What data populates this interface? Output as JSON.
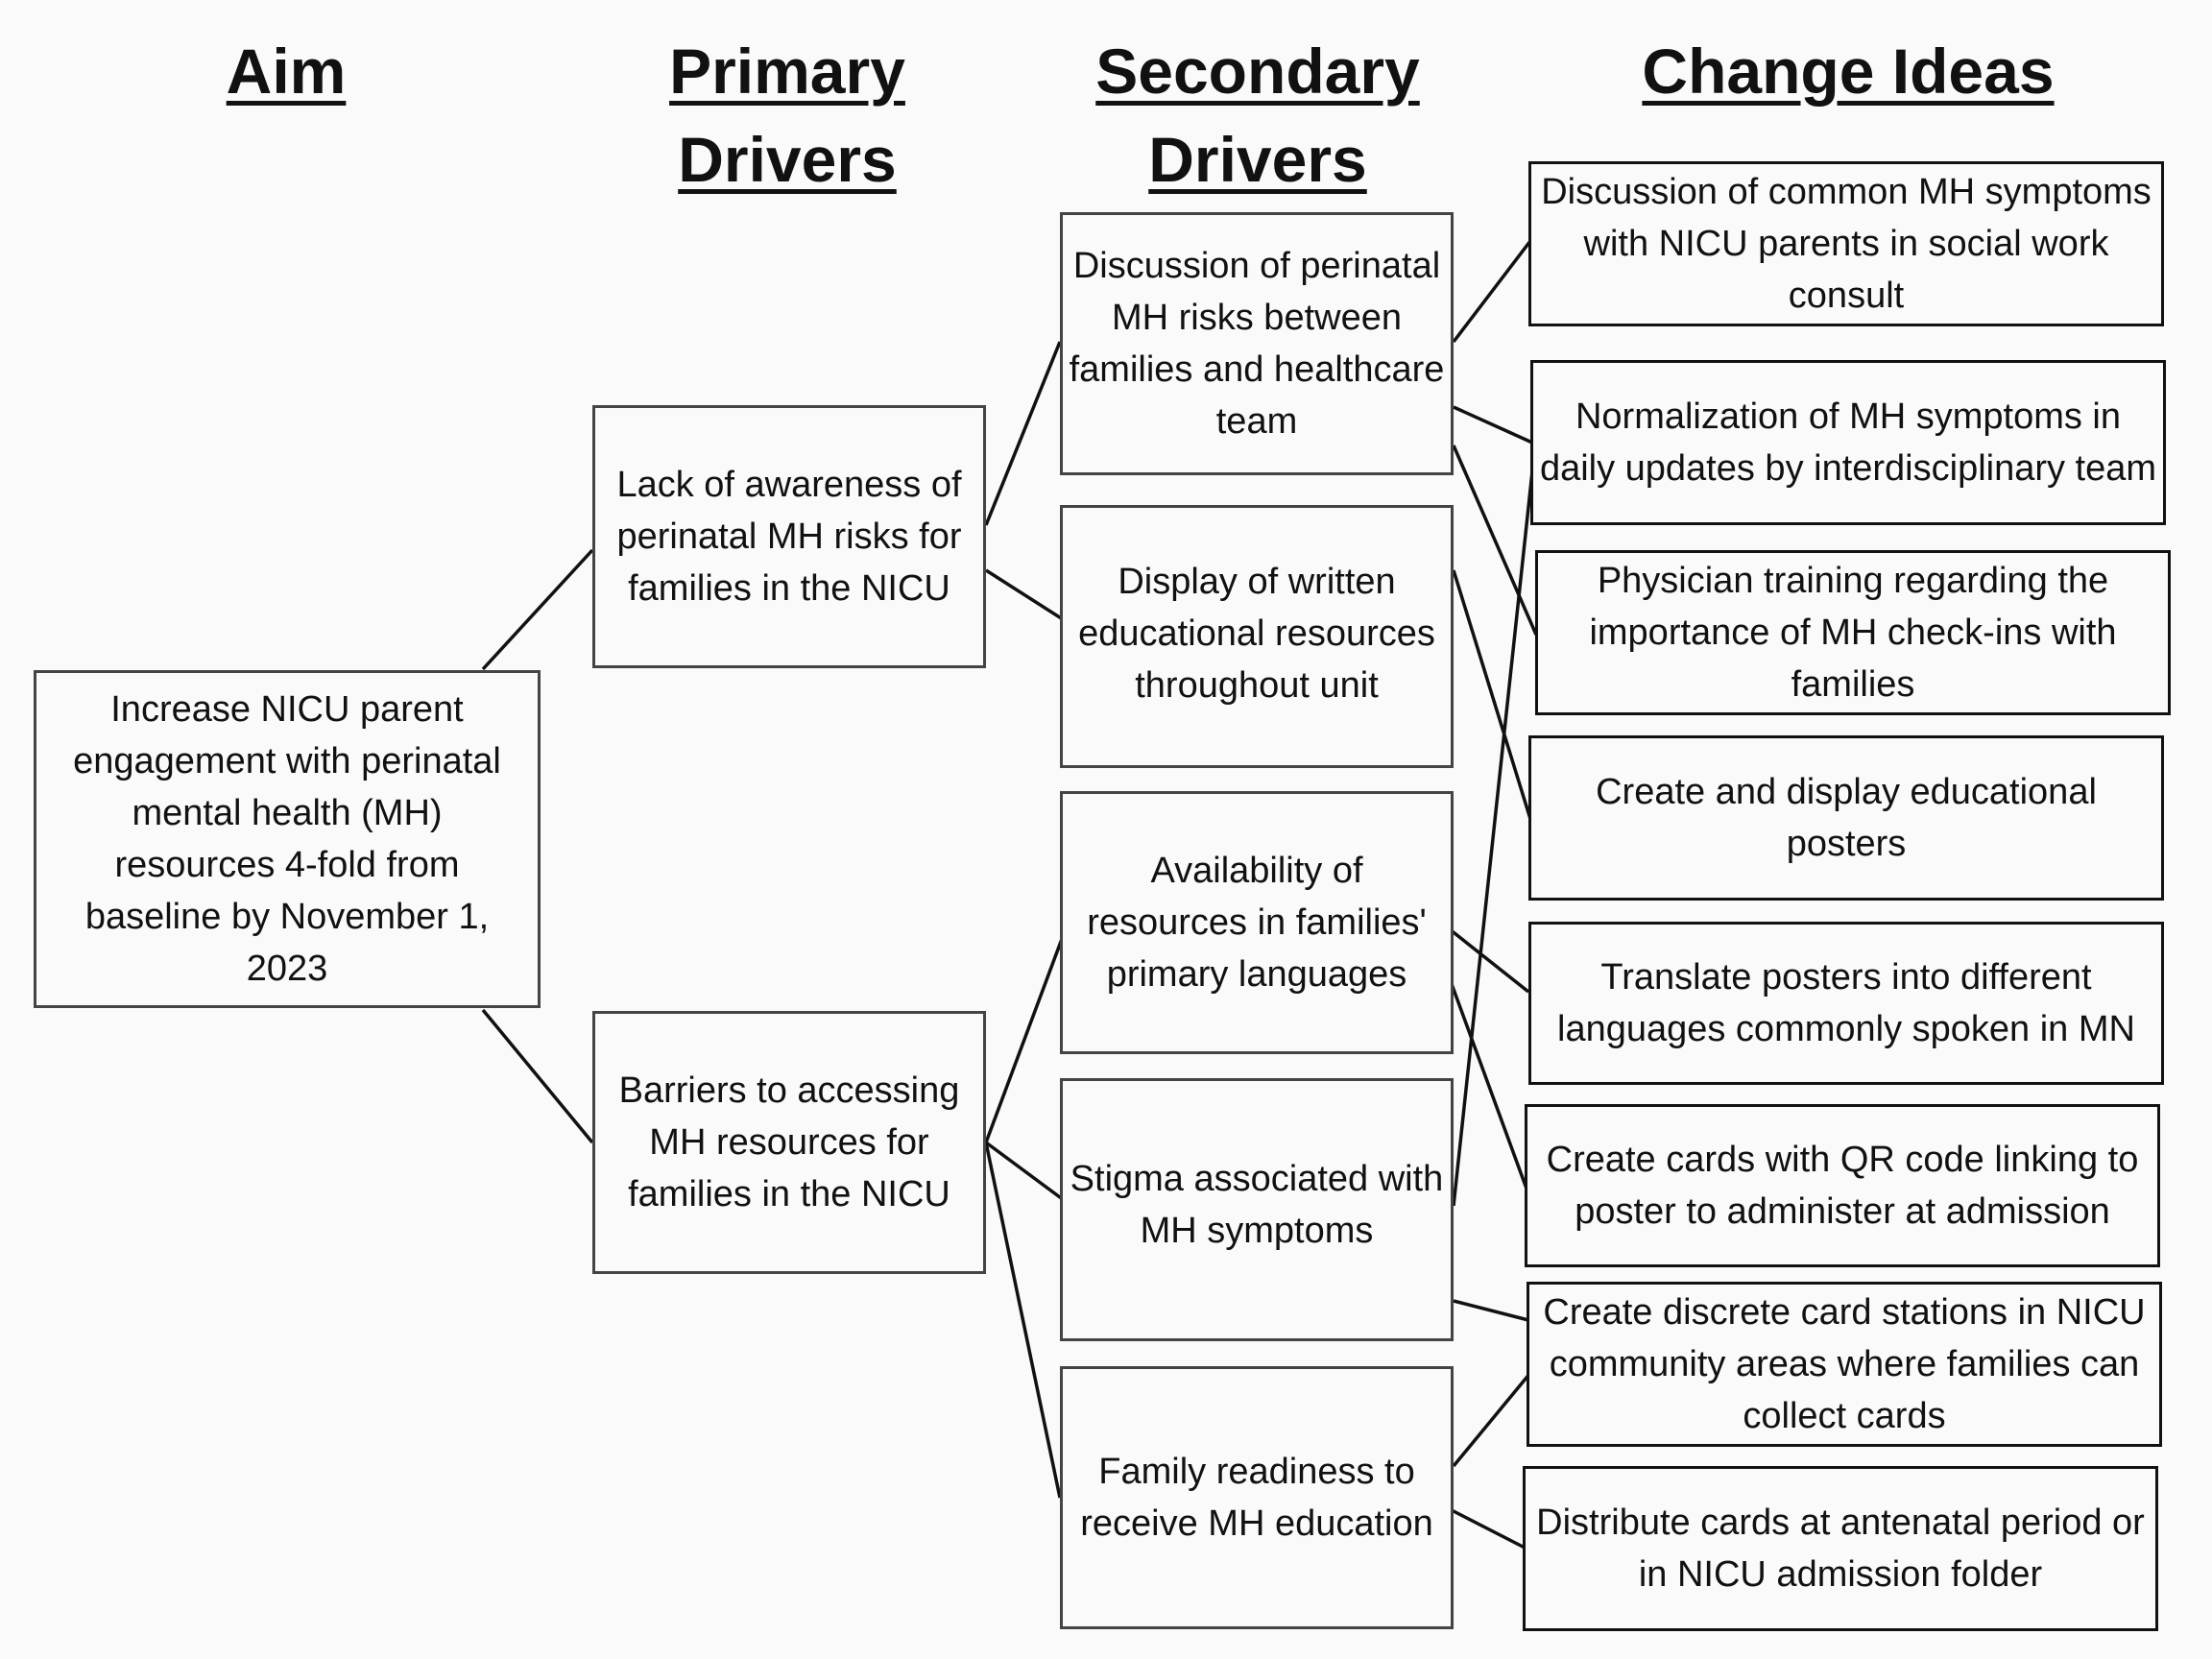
{
  "headers": {
    "aim": "Aim",
    "primary": "Primary Drivers",
    "secondary": "Secondary Drivers",
    "change": "Change Ideas"
  },
  "aim": {
    "text": "Increase NICU parent engagement with perinatal mental health (MH) resources 4-fold from baseline by November 1, 2023"
  },
  "primary_drivers": [
    "Lack of awareness of perinatal MH risks for families in the NICU",
    "Barriers to accessing MH resources for families in the NICU"
  ],
  "secondary_drivers": [
    "Discussion of perinatal MH risks between families and healthcare team",
    "Display of written educational resources throughout unit",
    "Availability of resources in families' primary languages",
    "Stigma associated with MH symptoms",
    "Family readiness to receive MH education"
  ],
  "change_ideas": [
    "Discussion of common MH symptoms with NICU parents in social work consult",
    "Normalization of MH symptoms in daily updates by interdisciplinary team",
    "Physician training regarding the importance of MH check-ins with families",
    "Create and display educational posters",
    "Translate posters into different languages commonly spoken in MN",
    "Create cards with QR code linking to poster to administer at admission",
    "Create discrete card stations in NICU community areas where families can collect cards",
    "Distribute cards at antenatal period or in NICU admission folder"
  ],
  "links": [
    {
      "from": "aim",
      "to": "primary_drivers.0"
    },
    {
      "from": "aim",
      "to": "primary_drivers.1"
    },
    {
      "from": "primary_drivers.0",
      "to": "secondary_drivers.0"
    },
    {
      "from": "primary_drivers.0",
      "to": "secondary_drivers.1"
    },
    {
      "from": "primary_drivers.1",
      "to": "secondary_drivers.2"
    },
    {
      "from": "primary_drivers.1",
      "to": "secondary_drivers.3"
    },
    {
      "from": "primary_drivers.1",
      "to": "secondary_drivers.4"
    },
    {
      "from": "secondary_drivers.0",
      "to": "change_ideas.0"
    },
    {
      "from": "secondary_drivers.0",
      "to": "change_ideas.1"
    },
    {
      "from": "secondary_drivers.0",
      "to": "change_ideas.2"
    },
    {
      "from": "secondary_drivers.1",
      "to": "change_ideas.3"
    },
    {
      "from": "secondary_drivers.2",
      "to": "change_ideas.4"
    },
    {
      "from": "secondary_drivers.2",
      "to": "change_ideas.5"
    },
    {
      "from": "secondary_drivers.3",
      "to": "change_ideas.1"
    },
    {
      "from": "secondary_drivers.3",
      "to": "change_ideas.6"
    },
    {
      "from": "secondary_drivers.4",
      "to": "change_ideas.6"
    },
    {
      "from": "secondary_drivers.4",
      "to": "change_ideas.7"
    }
  ]
}
